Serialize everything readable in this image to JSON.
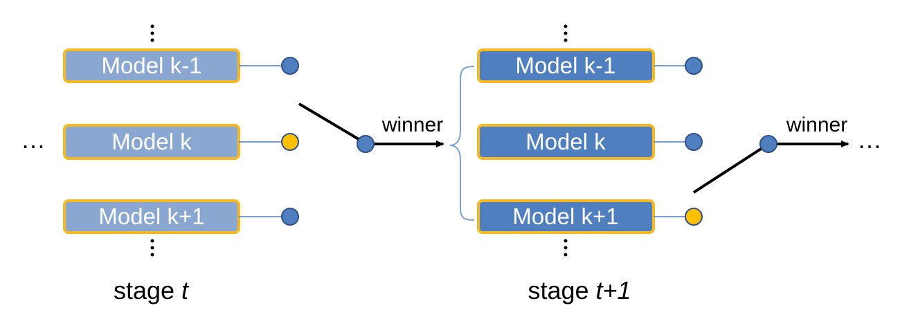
{
  "stage_t": {
    "label_prefix": "stage ",
    "label_var": "t",
    "models": [
      {
        "label": "Model k-1",
        "node": "blue"
      },
      {
        "label": "Model k",
        "node": "gold"
      },
      {
        "label": "Model k+1",
        "node": "blue"
      }
    ],
    "ellipsis_left": "…"
  },
  "stage_t1": {
    "label_prefix": "stage ",
    "label_var": "t+1",
    "models": [
      {
        "label": "Model k-1",
        "node": "blue"
      },
      {
        "label": "Model k",
        "node": "blue"
      },
      {
        "label": "Model k+1",
        "node": "gold"
      }
    ]
  },
  "winner_labels": [
    "winner",
    "winner"
  ],
  "ellipsis_right": "…",
  "colors": {
    "box_light": "#89a7d0",
    "box_dark": "#4f7fbe",
    "box_border": "#f6b922",
    "node_blue": "#4f7fbe",
    "node_gold": "#ffc000"
  }
}
